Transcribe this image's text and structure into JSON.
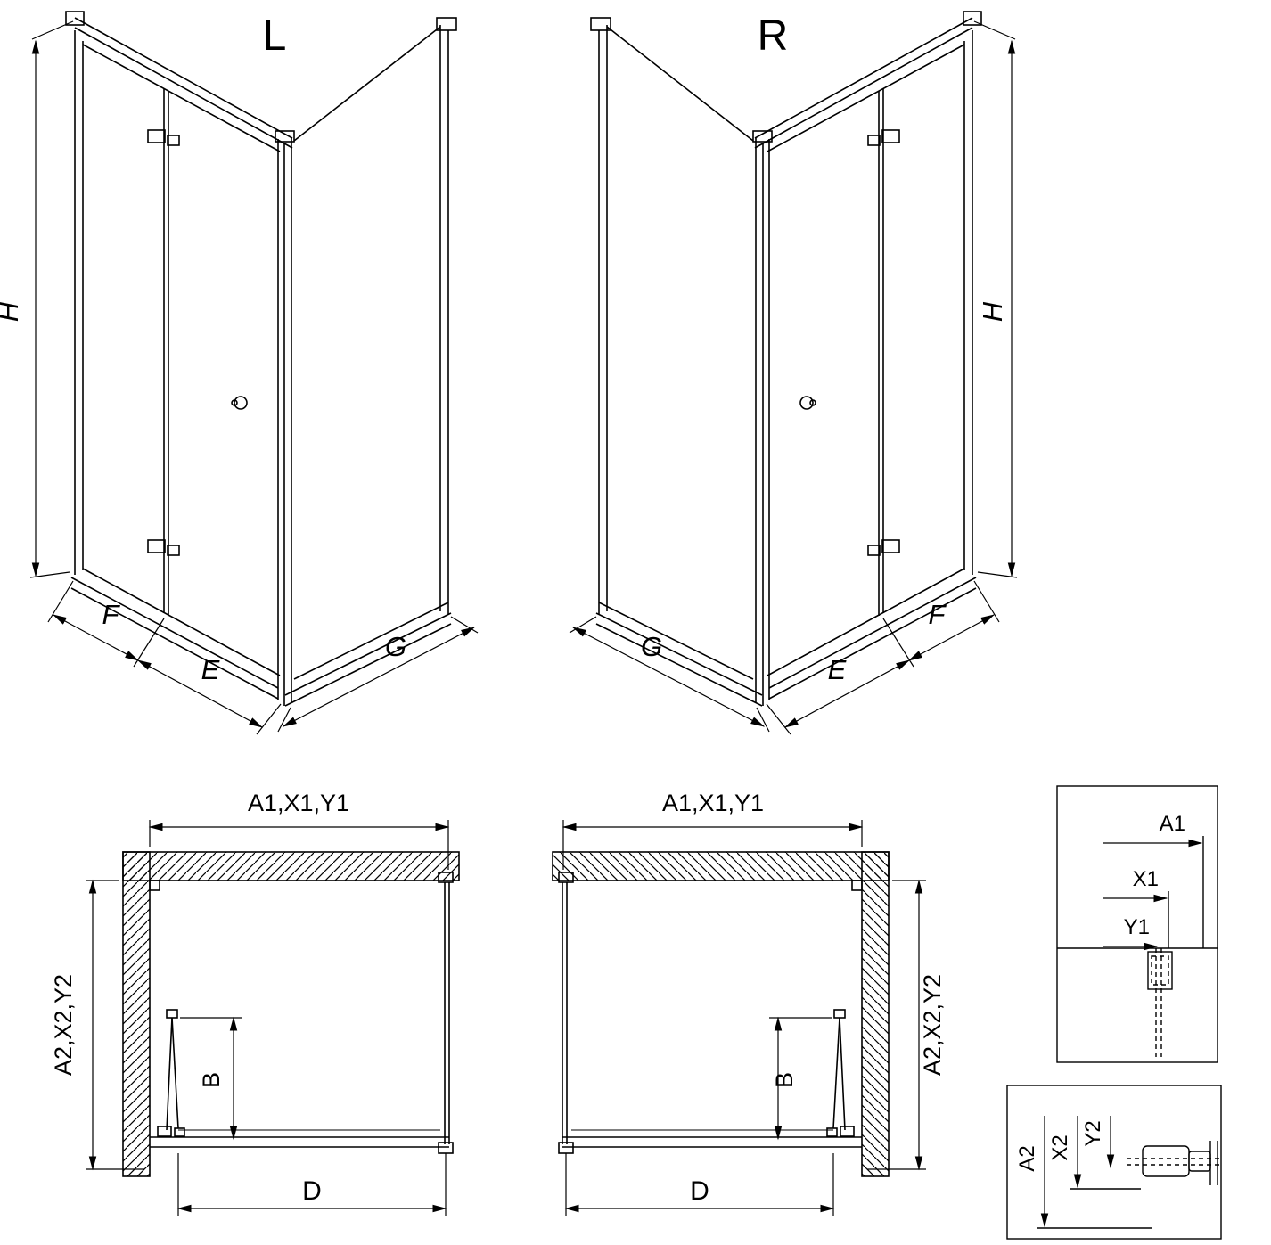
{
  "page": {
    "background_color": "#ffffff",
    "line_color": "#000000"
  },
  "iso_views": {
    "left": {
      "variant_label": "L",
      "dims": {
        "height": "H",
        "panel_f": "F",
        "panel_e": "E",
        "panel_g": "G"
      }
    },
    "right": {
      "variant_label": "R",
      "dims": {
        "height": "H",
        "panel_f": "F",
        "panel_e": "E",
        "panel_g": "G"
      }
    }
  },
  "plan_views": {
    "left": {
      "width_dim": "A1,X1,Y1",
      "depth_dim": "A2,X2,Y2",
      "door_dim": "B",
      "opening_dim": "D"
    },
    "right": {
      "width_dim": "A1,X1,Y1",
      "depth_dim": "A2,X2,Y2",
      "door_dim": "B",
      "opening_dim": "D"
    }
  },
  "detail_views": {
    "width_detail": {
      "dims": [
        "A1",
        "X1",
        "Y1"
      ]
    },
    "depth_detail": {
      "dims": [
        "A2",
        "X2",
        "Y2"
      ]
    }
  }
}
